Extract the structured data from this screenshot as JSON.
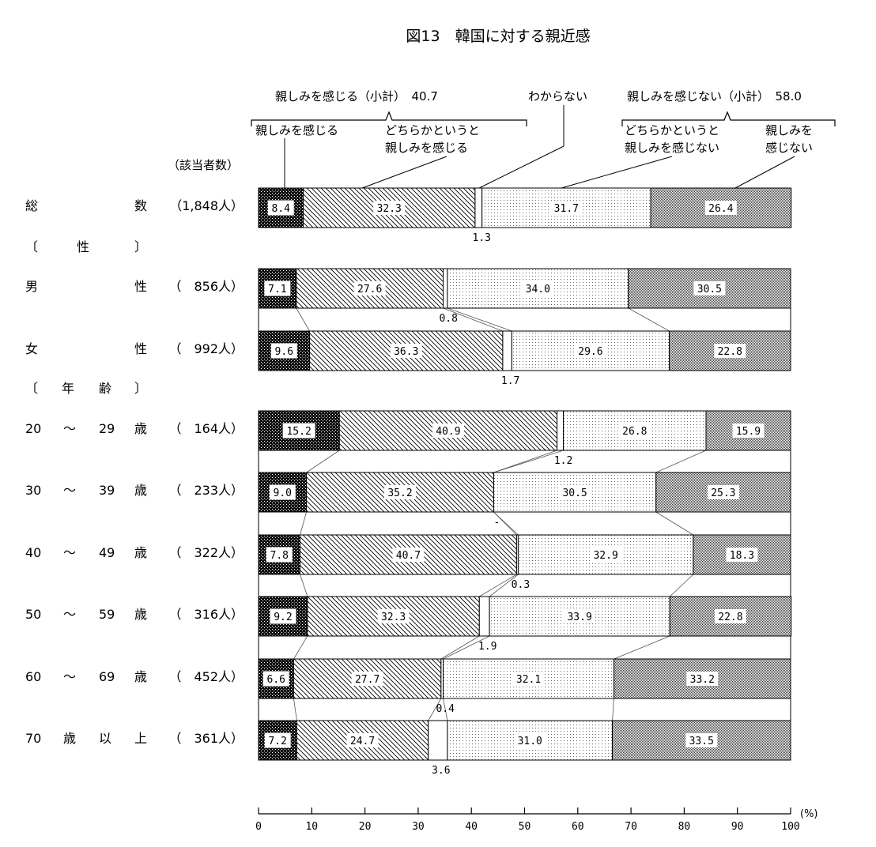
{
  "chart_data": {
    "type": "bar",
    "stacked": true,
    "orientation": "horizontal",
    "title": "図13　韓国に対する親近感",
    "count_header": "（該当者数）",
    "x_unit": "(%)",
    "xlim": [
      0,
      100
    ],
    "x_ticks": [
      "0",
      "10",
      "20",
      "30",
      "40",
      "50",
      "60",
      "70",
      "80",
      "90",
      "100"
    ],
    "legend": {
      "positive_subtotal": "親しみを感じる（小計）　40.7",
      "negative_subtotal": "親しみを感じない（小計）　58.0",
      "unknown": "わからない",
      "cat1": "親しみを感じる",
      "cat2_line1": "どちらかというと",
      "cat2_line2": "親しみを感じる",
      "cat4_line1": "どちらかというと",
      "cat4_line2": "親しみを感じない",
      "cat5_line1": "親しみを",
      "cat5_line2": "感じない"
    },
    "series": [
      {
        "name": "親しみを感じる",
        "color": "#1a1a1a"
      },
      {
        "name": "どちらかというと親しみを感じる",
        "color": "#ffffff"
      },
      {
        "name": "わからない",
        "color": "#ffffff"
      },
      {
        "name": "どちらかというと親しみを感じない",
        "color": "#ffffff"
      },
      {
        "name": "親しみを感じない",
        "color": "#ffffff"
      }
    ],
    "section_headers": {
      "sex": [
        "〔",
        "性",
        "〕"
      ],
      "age": [
        "〔",
        "年",
        "齢",
        "〕"
      ]
    },
    "rows": [
      {
        "label_parts": [
          "総",
          "数"
        ],
        "count": "（1,848人）",
        "values": [
          8.4,
          32.3,
          1.3,
          31.7,
          26.4
        ],
        "labels": [
          "8.4",
          "32.3",
          "1.3",
          "31.7",
          "26.4"
        ]
      },
      {
        "label_parts": [
          "男",
          "性"
        ],
        "count": "（　856人）",
        "values": [
          7.1,
          27.6,
          0.8,
          34.0,
          30.5
        ],
        "labels": [
          "7.1",
          "27.6",
          "0.8",
          "34.0",
          "30.5"
        ]
      },
      {
        "label_parts": [
          "女",
          "性"
        ],
        "count": "（　992人）",
        "values": [
          9.6,
          36.3,
          1.7,
          29.6,
          22.8
        ],
        "labels": [
          "9.6",
          "36.3",
          "1.7",
          "29.6",
          "22.8"
        ]
      },
      {
        "label_parts": [
          "20",
          "～",
          "29",
          "歳"
        ],
        "count": "（　164人）",
        "values": [
          15.2,
          40.9,
          1.2,
          26.8,
          15.9
        ],
        "labels": [
          "15.2",
          "40.9",
          "1.2",
          "26.8",
          "15.9"
        ]
      },
      {
        "label_parts": [
          "30",
          "～",
          "39",
          "歳"
        ],
        "count": "（　233人）",
        "values": [
          9.0,
          35.2,
          0,
          30.5,
          25.3
        ],
        "labels": [
          "9.0",
          "35.2",
          "-",
          "30.5",
          "25.3"
        ]
      },
      {
        "label_parts": [
          "40",
          "～",
          "49",
          "歳"
        ],
        "count": "（　322人）",
        "values": [
          7.8,
          40.7,
          0.3,
          32.9,
          18.3
        ],
        "labels": [
          "7.8",
          "40.7",
          "0.3",
          "32.9",
          "18.3"
        ]
      },
      {
        "label_parts": [
          "50",
          "～",
          "59",
          "歳"
        ],
        "count": "（　316人）",
        "values": [
          9.2,
          32.3,
          1.9,
          33.9,
          22.8
        ],
        "labels": [
          "9.2",
          "32.3",
          "1.9",
          "33.9",
          "22.8"
        ]
      },
      {
        "label_parts": [
          "60",
          "～",
          "69",
          "歳"
        ],
        "count": "（　452人）",
        "values": [
          6.6,
          27.7,
          0.4,
          32.1,
          33.2
        ],
        "labels": [
          "6.6",
          "27.7",
          "0.4",
          "32.1",
          "33.2"
        ]
      },
      {
        "label_parts": [
          "70",
          "歳",
          "以",
          "上"
        ],
        "count": "（　361人）",
        "values": [
          7.2,
          24.7,
          3.6,
          31.0,
          33.5
        ],
        "labels": [
          "7.2",
          "24.7",
          "3.6",
          "31.0",
          "33.5"
        ]
      }
    ]
  }
}
